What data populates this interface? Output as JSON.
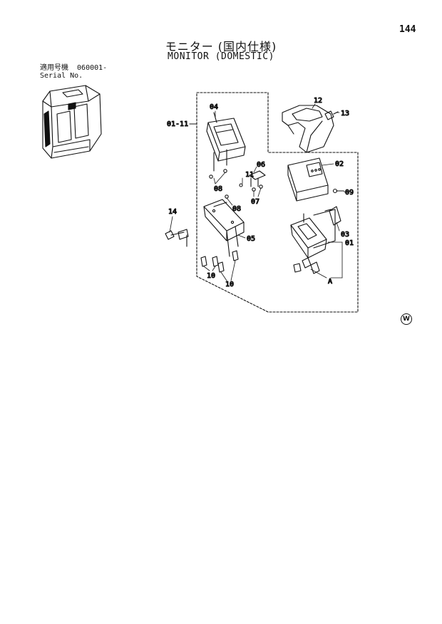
{
  "page_number": "144",
  "title_jp": "モニター (国内仕様)",
  "title_en": "MONITOR (DOMESTIC)",
  "serial": {
    "line1": "適用号機  060001-",
    "line2": "Serial No."
  },
  "watermark": "W",
  "callouts": {
    "c01_11": "01-11",
    "c04": "04",
    "c12": "12",
    "c13": "13",
    "c02": "02",
    "c06": "06",
    "c11": "11",
    "c08a": "08",
    "c08b": "08",
    "c07": "07",
    "c09": "09",
    "c14": "14",
    "c05": "05",
    "c03": "03",
    "c01": "01",
    "c10a": "10",
    "c10b": "10",
    "cA": "A"
  }
}
